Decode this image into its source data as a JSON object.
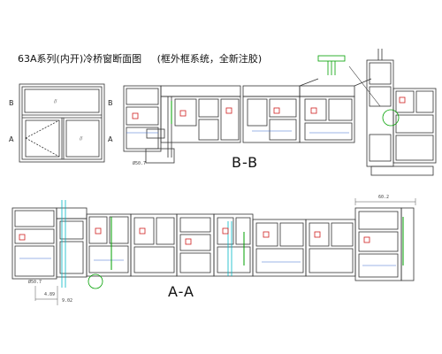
{
  "title": {
    "main": "63A系列(内开)冷桥窗断面图",
    "note": "(框外框系统，全新注胶)"
  },
  "elevation": {
    "label_top_left": "B",
    "label_top_right": "B",
    "label_bottom_left": "A",
    "label_bottom_right": "A"
  },
  "sections": {
    "bb_label": "B-B",
    "aa_label": "A-A"
  },
  "dimensions": {
    "d1": "Ø50.7",
    "d2": "Ø50.7",
    "d3": "4.89",
    "d4": "9.02",
    "d5": "60.2"
  },
  "colors": {
    "line": "#333333",
    "glass": "#00a000",
    "hardware": "#d02020",
    "hatch": "#3a6bd0",
    "accent": "#00b7c4"
  }
}
